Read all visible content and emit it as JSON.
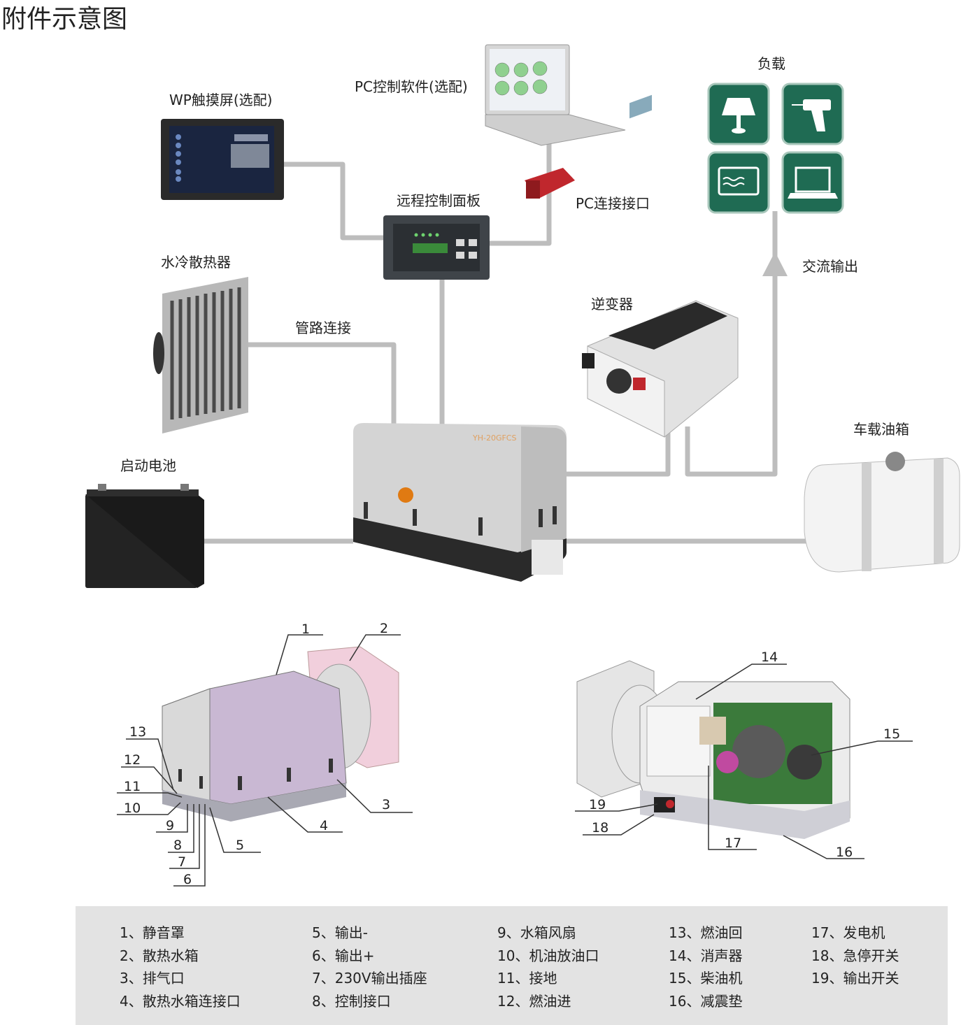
{
  "title": "附件示意图",
  "components": {
    "wp_touch": "WP触摸屏(选配)",
    "pc_software": "PC控制软件(选配)",
    "load": "负载",
    "remote_panel": "远程控制面板",
    "pc_interface": "PC连接接口",
    "ac_output": "交流输出",
    "radiator": "水冷散热器",
    "pipe_connect": "管路连接",
    "inverter": "逆变器",
    "battery": "启动电池",
    "fuel_tank": "车载油箱",
    "genset_model": "YH-20GFCS"
  },
  "callouts": [
    "1",
    "2",
    "3",
    "4",
    "5",
    "6",
    "7",
    "8",
    "9",
    "10",
    "11",
    "12",
    "13",
    "14",
    "15",
    "16",
    "17",
    "18",
    "19"
  ],
  "legend": [
    [
      "1、静音罩",
      "2、散热水箱",
      "3、排气口",
      "4、散热水箱连接口"
    ],
    [
      "5、输出-",
      "6、输出+",
      "7、230V输出插座",
      "8、控制接口"
    ],
    [
      "9、水箱风扇",
      "10、机油放油口",
      "11、接地",
      "12、燃油进"
    ],
    [
      "13、燃油回",
      "14、消声器",
      "15、柴油机",
      "16、减震垫"
    ],
    [
      "17、发电机",
      "18、急停开关",
      "19、输出开关"
    ]
  ],
  "colors": {
    "line": "#bdbdbd",
    "icon_green": "#1f6b53",
    "legend_bg": "#e3e3e3",
    "housing": "#c9b8d3"
  }
}
